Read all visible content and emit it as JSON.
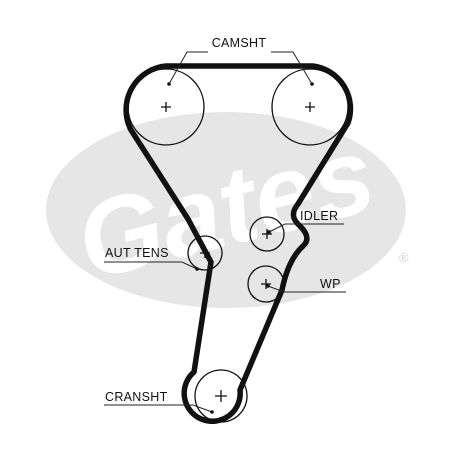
{
  "colors": {
    "belt": "#111111",
    "pulley_outline": "#111111",
    "leader": "#222222",
    "watermark": "#e6e6e6",
    "background": "#ffffff"
  },
  "watermark": {
    "brand": "Gates",
    "registered_mark": "®"
  },
  "labels": {
    "camshaft": "CAMSHT",
    "idler": "IDLER",
    "tensioner": "AUT TENS",
    "water_pump": "WP",
    "crankshaft": "CRANSHT"
  },
  "pulleys": [
    {
      "name": "camshaft-left",
      "label_key": "camshaft"
    },
    {
      "name": "camshaft-right",
      "label_key": "camshaft"
    },
    {
      "name": "idler",
      "label_key": "idler"
    },
    {
      "name": "tensioner",
      "label_key": "tensioner"
    },
    {
      "name": "water-pump",
      "label_key": "water_pump"
    },
    {
      "name": "crankshaft",
      "label_key": "crankshaft"
    }
  ]
}
